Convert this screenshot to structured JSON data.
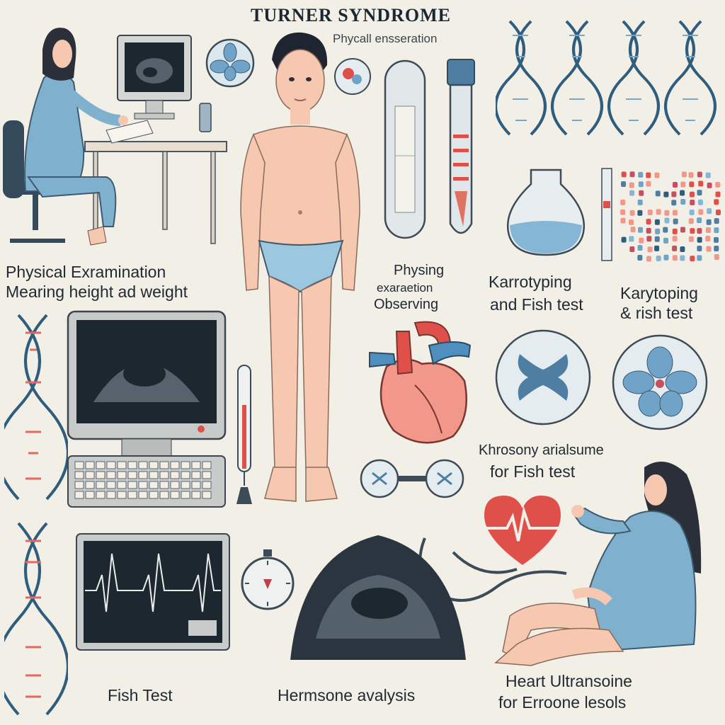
{
  "poster": {
    "title": "TURNER SYNDROME",
    "subtitle": "Phycall ensseration"
  },
  "labels": {
    "physical_line1": "Physical Exramination",
    "physical_line2": "Mearing height ad weight",
    "center_line1": "Physing",
    "center_line2": "exaraetion",
    "center_line3": "Observing",
    "karyo1_line1": "Karrotyping",
    "karyo1_line2": "and Fish test",
    "karyo2_line1": "Karytoping",
    "karyo2_line2": "& rish test",
    "chromosome_line1": "Khrosony arialsume",
    "chromosome_line2": "for Fish test",
    "fish_test": "Fish Test",
    "hormone": "Hermsone avalysis",
    "heart_line1": "Heart Ultransoine",
    "heart_line2": "for Erroone lesols"
  },
  "colors": {
    "background": "#f1efe6",
    "coat_blue": "#7fb1cf",
    "skin": "#f6c8b0",
    "heart_red": "#e0504a",
    "dna_blue": "#2f5d7e",
    "monitor_dark": "#1d2730"
  },
  "icons": [
    "doctor-figure",
    "ultrasound-monitor",
    "computer-monitor",
    "patient-figure",
    "test-tube-icon",
    "dna-helix-icon",
    "flask-icon",
    "karyotype-chart",
    "heart-anatomy-icon",
    "chromosome-icon",
    "stopwatch-icon",
    "stethoscope-icon",
    "heart-pulse-icon",
    "ecg-monitor",
    "thermometer-icon"
  ]
}
